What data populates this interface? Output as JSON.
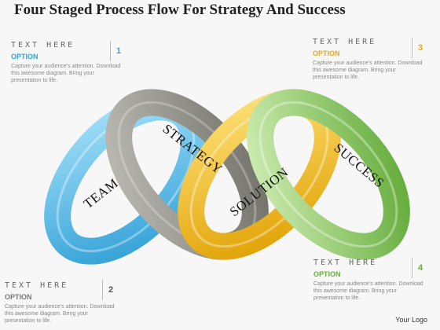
{
  "title": "Four Staged Process Flow For Strategy And Success",
  "rings": [
    {
      "label": "TEAM",
      "color": "#4db8e8"
    },
    {
      "label": "STRATEGY",
      "color": "#9a9a92"
    },
    {
      "label": "SOLUTION",
      "color": "#f2b619"
    },
    {
      "label": "SUCCESS",
      "color": "#7fbf4d"
    }
  ],
  "callouts": [
    {
      "number": "1",
      "heading": "TEXT HERE",
      "option": "OPTION",
      "option_color": "#29a8e0",
      "description": "Capture your audience’s attention. Download this awesome diagram. Bring your presentation to life."
    },
    {
      "number": "2",
      "heading": "TEXT HERE",
      "option": "OPTION",
      "option_color": "#777777",
      "description": "Capture your audience’s attention. Download this awesome diagram. Bring your presentation to life."
    },
    {
      "number": "3",
      "heading": "TEXT HERE",
      "option": "OPTION",
      "option_color": "#e6a817",
      "description": "Capture your audience’s attention. Download this awesome diagram. Bring your presentation to life."
    },
    {
      "number": "4",
      "heading": "TEXT HERE",
      "option": "OPTION",
      "option_color": "#6aab3a",
      "description": "Capture your audience’s attention. Download this awesome diagram. Bring your presentation to life."
    }
  ],
  "logo": "Your Logo"
}
